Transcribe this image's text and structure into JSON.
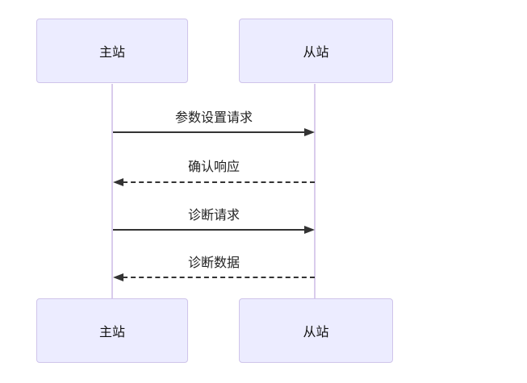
{
  "diagram": {
    "type": "sequence-diagram",
    "actors": [
      {
        "id": "master",
        "label": "主站"
      },
      {
        "id": "slave",
        "label": "从站"
      }
    ],
    "messages": [
      {
        "label": "参数设置请求",
        "from": "master",
        "to": "slave",
        "line": "solid",
        "direction": "right"
      },
      {
        "label": "确认响应",
        "from": "slave",
        "to": "master",
        "line": "dashed",
        "direction": "left"
      },
      {
        "label": "诊断请求",
        "from": "master",
        "to": "slave",
        "line": "solid",
        "direction": "right"
      },
      {
        "label": "诊断数据",
        "from": "slave",
        "to": "master",
        "line": "dashed",
        "direction": "left"
      }
    ],
    "colors": {
      "background": "#ffffff",
      "actor_fill": "#ECECFF",
      "actor_border": "#CFC4EA",
      "lifeline": "#D9CCEC",
      "arrow": "#333333",
      "text": "#222222"
    }
  }
}
